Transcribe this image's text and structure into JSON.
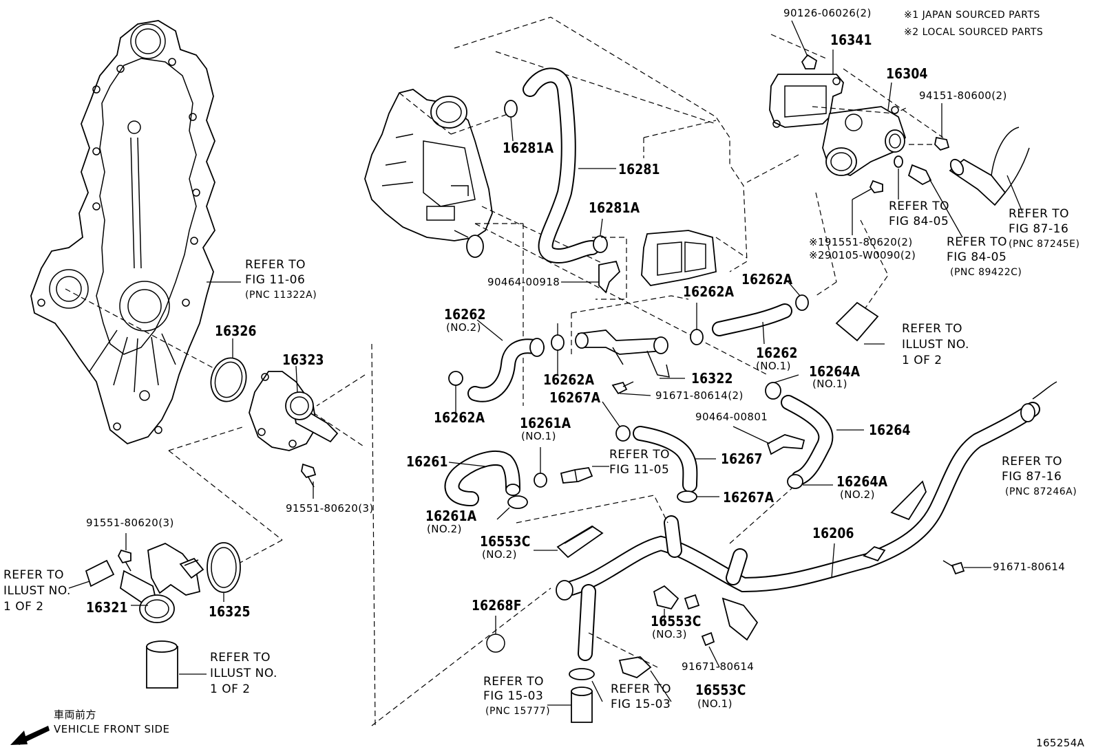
{
  "notes": {
    "japan": "※1 JAPAN SOURCED PARTS",
    "local": "※2 LOCAL SOURCED PARTS"
  },
  "direction": {
    "jp": "車両前方",
    "en": "VEHICLE FRONT SIDE"
  },
  "figure_id": "165254A",
  "labels": {
    "p90126": "90126-06026(2)",
    "p16341": "16341",
    "p16304": "16304",
    "p94151": "94151-80600(2)",
    "p16281A_top": "16281A",
    "p16281": "16281",
    "p16281A_mid": "16281A",
    "p90464_918": "90464-00918",
    "ref_fig8405_a1": "REFER TO",
    "ref_fig8405_a2": "FIG 84-05",
    "ref_fig8716_a1": "REFER TO",
    "ref_fig8716_a2": "FIG 87-16",
    "ref_fig8716_a3": "(PNC 87245E)",
    "ref_fig8405_b1": "REFER TO",
    "ref_fig8405_b2": "FIG 84-05",
    "ref_fig8405_b3": "(PNC 89422C)",
    "p191551": "※191551-80620(2)",
    "p290105": "※290105-W0090(2)",
    "ref_fig1106_1": "REFER TO",
    "ref_fig1106_2": "FIG 11-06",
    "ref_fig1106_3": "(PNC 11322A)",
    "p16262A_r": "16262A",
    "p16262A_m": "16262A",
    "p16262_no1": "16262",
    "p16262_no1_sub": "(NO.1)",
    "ref_illust_r1": "REFER TO",
    "ref_illust_r2": "ILLUST NO.",
    "ref_illust_r3": "1 OF 2",
    "p16262_no2": "16262",
    "p16262_no2_sub": "(NO.2)",
    "p16326": "16326",
    "p16323": "16323",
    "p16262A_l1": "16262A",
    "p16322": "16322",
    "p16264A_no1": "16264A",
    "p16264A_no1_sub": "(NO.1)",
    "p91671_2": "91671-80614(2)",
    "p16267A_top": "16267A",
    "p16262A_l2": "16262A",
    "p90464_801": "90464-00801",
    "p16264": "16264",
    "p16261A_no1": "16261A",
    "p16261A_no1_sub": "(NO.1)",
    "ref_fig1105_1": "REFER TO",
    "ref_fig1105_2": "FIG 11-05",
    "p16267": "16267",
    "ref_fig8716_b1": "REFER TO",
    "ref_fig8716_b2": "FIG 87-16",
    "ref_fig8716_b3": "(PNC 87246A)",
    "p16261": "16261",
    "p91551_3_mid": "91551-80620(3)",
    "p16267A_bot": "16267A",
    "p16264A_no2": "16264A",
    "p16264A_no2_sub": "(NO.2)",
    "p16261A_no2": "16261A",
    "p16261A_no2_sub": "(NO.2)",
    "p91551_3_left": "91551-80620(3)",
    "p16553C_no2": "16553C",
    "p16553C_no2_sub": "(NO.2)",
    "p16206": "16206",
    "p91671_r": "91671-80614",
    "ref_illust_l1": "REFER TO",
    "ref_illust_l2": "ILLUST NO.",
    "ref_illust_l3": "1 OF 2",
    "p16321": "16321",
    "p16325": "16325",
    "p16268F": "16268F",
    "p16553C_no3": "16553C",
    "p16553C_no3_sub": "(NO.3)",
    "p91671_b": "91671-80614",
    "ref_illust_b1": "REFER TO",
    "ref_illust_b2": "ILLUST NO.",
    "ref_illust_b3": "1 OF 2",
    "ref_fig1503_a1": "REFER TO",
    "ref_fig1503_a2": "FIG 15-03",
    "ref_fig1503_a3": "(PNC 15777)",
    "ref_fig1503_b1": "REFER TO",
    "ref_fig1503_b2": "FIG 15-03",
    "p16553C_no1": "16553C",
    "p16553C_no1_sub": "(NO.1)"
  }
}
